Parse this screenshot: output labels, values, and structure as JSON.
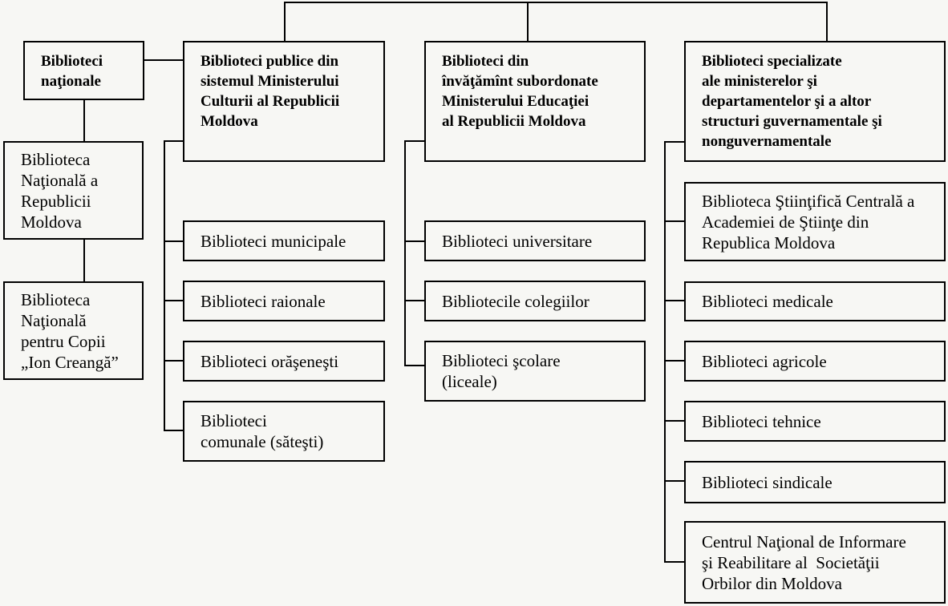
{
  "diagram_title": "Library system organization chart of the Republic of Moldova",
  "colors": {
    "background": "#f7f7f4",
    "box_fill": "#f7f7f4",
    "border": "#000000",
    "text": "#000000"
  },
  "boxes": {
    "national_header": {
      "lines": [
        "Biblioteci",
        "naţionale"
      ]
    },
    "national_library": {
      "lines": [
        "Biblioteca",
        "Naţională a",
        "Republicii",
        "Moldova"
      ]
    },
    "children_library": {
      "lines": [
        "Biblioteca",
        "Naţională",
        "pentru Copii",
        "„Ion Creangă”"
      ]
    },
    "public_header": {
      "lines": [
        "Biblioteci publice din",
        "sistemul Ministerului",
        "Culturii al Republicii",
        "Moldova"
      ]
    },
    "municipale": {
      "lines": [
        "Biblioteci municipale"
      ]
    },
    "raionale": {
      "lines": [
        "Biblioteci raionale"
      ]
    },
    "orasenesti": {
      "lines": [
        "Biblioteci orăşeneşti"
      ]
    },
    "comunale": {
      "lines": [
        "Biblioteci",
        "comunale (săteşti)"
      ]
    },
    "education_header": {
      "lines": [
        "Biblioteci din",
        "învăţămînt subordonate",
        "Ministerului Educaţiei",
        "al Republicii Moldova"
      ]
    },
    "universitare": {
      "lines": [
        "Biblioteci universitare"
      ]
    },
    "colegii": {
      "lines": [
        "Bibliotecile colegiilor"
      ]
    },
    "scolare": {
      "lines": [
        "Biblioteci şcolare",
        "(liceale)"
      ]
    },
    "specialized_header": {
      "lines": [
        "Biblioteci specializate",
        "ale ministerelor şi",
        "departamentelor şi a altor",
        "structuri guvernamentale şi",
        "nonguvernamentale"
      ]
    },
    "stiintifica": {
      "lines": [
        "Biblioteca Ştiinţifică Centrală a",
        "Academiei de Ştiinţe din",
        "Republica Moldova"
      ]
    },
    "medicale": {
      "lines": [
        "Biblioteci medicale"
      ]
    },
    "agricole": {
      "lines": [
        "Biblioteci agricole"
      ]
    },
    "tehnice": {
      "lines": [
        "Biblioteci tehnice"
      ]
    },
    "sindicale": {
      "lines": [
        "Biblioteci sindicale"
      ]
    },
    "centrul_orbilor": {
      "lines": [
        "Centrul Naţional de Informare",
        "şi Reabilitare al  Societăţii",
        "Orbilor din Moldova"
      ]
    }
  }
}
